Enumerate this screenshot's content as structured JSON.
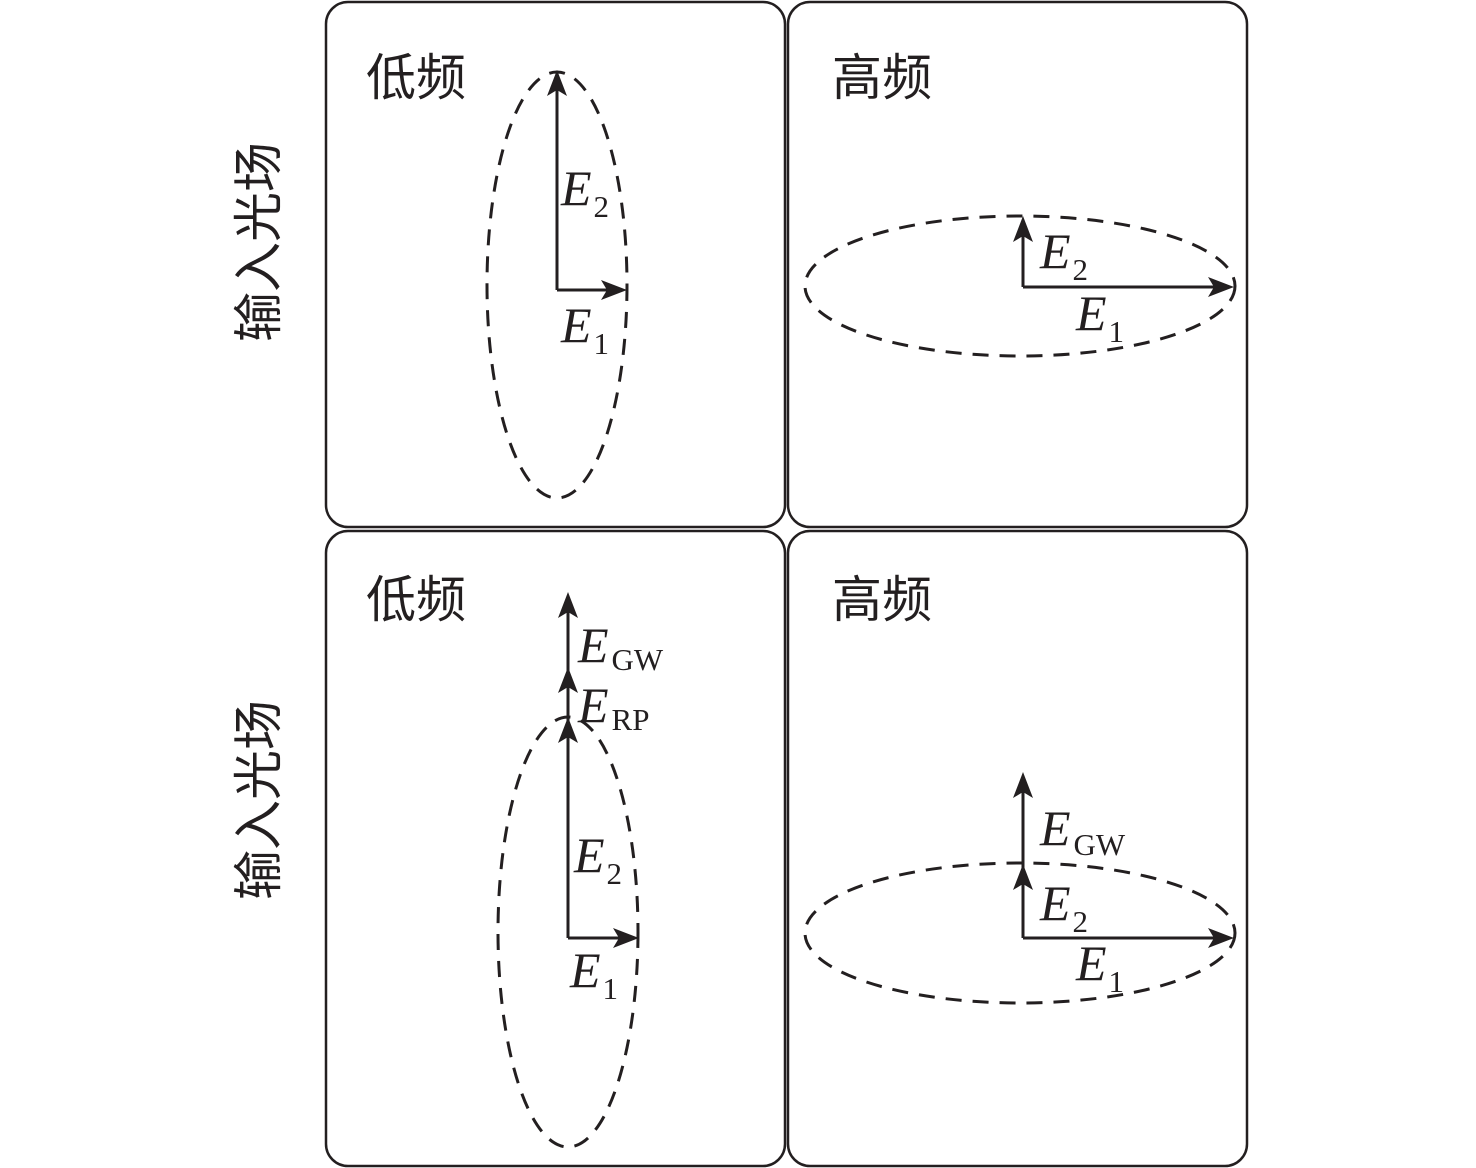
{
  "row_labels": [
    "输入光场",
    "输入光场"
  ],
  "panels": [
    {
      "title": "低频",
      "vectors": [
        {
          "symbol": "E",
          "subscript": "2"
        },
        {
          "symbol": "E",
          "subscript": "1"
        }
      ]
    },
    {
      "title": "高频",
      "vectors": [
        {
          "symbol": "E",
          "subscript": "2"
        },
        {
          "symbol": "E",
          "subscript": "1"
        }
      ]
    },
    {
      "title": "低频",
      "vectors": [
        {
          "symbol": "E",
          "subscript": "GW"
        },
        {
          "symbol": "E",
          "subscript": "RP"
        },
        {
          "symbol": "E",
          "subscript": "2"
        },
        {
          "symbol": "E",
          "subscript": "1"
        }
      ]
    },
    {
      "title": "高频",
      "vectors": [
        {
          "symbol": "E",
          "subscript": "GW"
        },
        {
          "symbol": "E",
          "subscript": "2"
        },
        {
          "symbol": "E",
          "subscript": "1"
        }
      ]
    }
  ]
}
